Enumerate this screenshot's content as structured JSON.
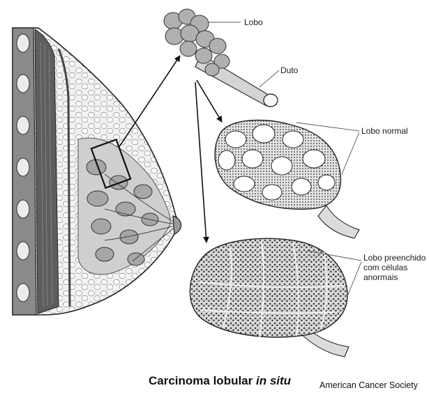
{
  "labels": {
    "lobe": "Lobo",
    "duct": "Duto",
    "normal_lobe": "Lobo normal",
    "filled_lobe": "Lobo preenchido com células anormais"
  },
  "caption": {
    "main": "Carcinoma lobular ",
    "italic": "in situ"
  },
  "credit": "American Cancer Society",
  "colors": {
    "ink": "#1a1a1a",
    "tissue_light": "#e6e6e6",
    "tissue_mid": "#b4b4b4",
    "tissue_dark": "#6e6e6e",
    "background": "#ffffff"
  }
}
